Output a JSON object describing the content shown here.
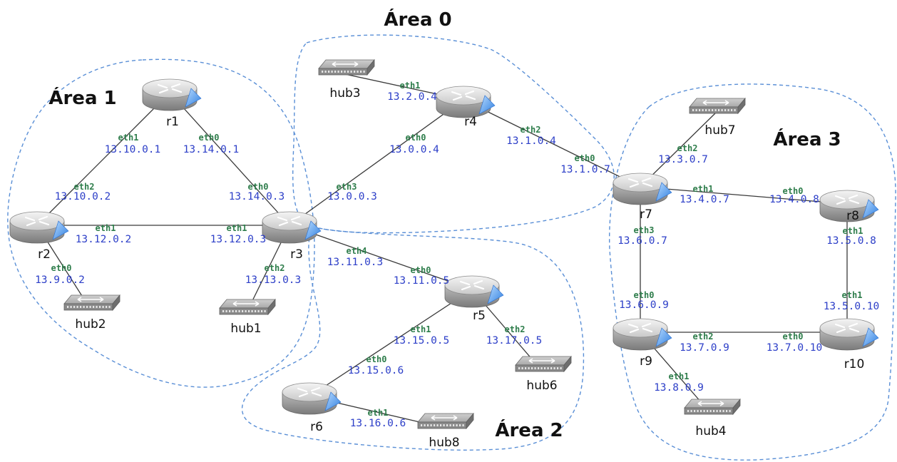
{
  "areas": [
    {
      "id": "area0",
      "label": "Área 0"
    },
    {
      "id": "area1",
      "label": "Área 1"
    },
    {
      "id": "area2",
      "label": "Área 2"
    },
    {
      "id": "area3",
      "label": "Área 3"
    }
  ],
  "routers": [
    {
      "id": "r1",
      "label": "r1"
    },
    {
      "id": "r2",
      "label": "r2"
    },
    {
      "id": "r3",
      "label": "r3"
    },
    {
      "id": "r4",
      "label": "r4"
    },
    {
      "id": "r5",
      "label": "r5"
    },
    {
      "id": "r6",
      "label": "r6"
    },
    {
      "id": "r7",
      "label": "r7"
    },
    {
      "id": "r8",
      "label": "r8"
    },
    {
      "id": "r9",
      "label": "r9"
    },
    {
      "id": "r10",
      "label": "r10"
    }
  ],
  "hubs": [
    {
      "id": "hub1",
      "label": "hub1"
    },
    {
      "id": "hub2",
      "label": "hub2"
    },
    {
      "id": "hub3",
      "label": "hub3"
    },
    {
      "id": "hub4",
      "label": "hub4"
    },
    {
      "id": "hub6",
      "label": "hub6"
    },
    {
      "id": "hub7",
      "label": "hub7"
    },
    {
      "id": "hub8",
      "label": "hub8"
    }
  ],
  "links": [
    {
      "from": "r1",
      "to": "r2"
    },
    {
      "from": "r1",
      "to": "r3"
    },
    {
      "from": "r2",
      "to": "r3"
    },
    {
      "from": "r2",
      "to": "hub2"
    },
    {
      "from": "r3",
      "to": "hub1"
    },
    {
      "from": "r3",
      "to": "r4"
    },
    {
      "from": "r3",
      "to": "r5"
    },
    {
      "from": "r4",
      "to": "hub3"
    },
    {
      "from": "r4",
      "to": "r7"
    },
    {
      "from": "r5",
      "to": "r6"
    },
    {
      "from": "r5",
      "to": "hub6"
    },
    {
      "from": "r6",
      "to": "hub8"
    },
    {
      "from": "r7",
      "to": "hub7"
    },
    {
      "from": "r7",
      "to": "r8"
    },
    {
      "from": "r7",
      "to": "r9"
    },
    {
      "from": "r8",
      "to": "r10"
    },
    {
      "from": "r9",
      "to": "r10"
    },
    {
      "from": "r9",
      "to": "hub4"
    }
  ],
  "interfaces": [
    {
      "id": "r1-eth1",
      "iface": "eth1",
      "ip": "13.10.0.1"
    },
    {
      "id": "r1-eth0",
      "iface": "eth0",
      "ip": "13.14.0.1"
    },
    {
      "id": "r2-eth2",
      "iface": "eth2",
      "ip": "13.10.0.2"
    },
    {
      "id": "r2-eth1",
      "iface": "eth1",
      "ip": "13.12.0.2"
    },
    {
      "id": "r2-eth0",
      "iface": "eth0",
      "ip": "13.9.0.2"
    },
    {
      "id": "r3-eth0",
      "iface": "eth0",
      "ip": "13.14.0.3"
    },
    {
      "id": "r3-eth1",
      "iface": "eth1",
      "ip": "13.12.0.3"
    },
    {
      "id": "r3-eth2",
      "iface": "eth2",
      "ip": "13.13.0.3"
    },
    {
      "id": "r3-eth3",
      "iface": "eth3",
      "ip": "13.0.0.3"
    },
    {
      "id": "r3-eth4",
      "iface": "eth4",
      "ip": "13.11.0.3"
    },
    {
      "id": "r4-eth1",
      "iface": "eth1",
      "ip": "13.2.0.4"
    },
    {
      "id": "r4-eth0",
      "iface": "eth0",
      "ip": "13.0.0.4"
    },
    {
      "id": "r4-eth2",
      "iface": "eth2",
      "ip": "13.1.0.4"
    },
    {
      "id": "r5-eth0",
      "iface": "eth0",
      "ip": "13.11.0.5"
    },
    {
      "id": "r5-eth1",
      "iface": "eth1",
      "ip": "13.15.0.5"
    },
    {
      "id": "r5-eth2",
      "iface": "eth2",
      "ip": "13.17.0.5"
    },
    {
      "id": "r6-eth0",
      "iface": "eth0",
      "ip": "13.15.0.6"
    },
    {
      "id": "r6-eth1",
      "iface": "eth1",
      "ip": "13.16.0.6"
    },
    {
      "id": "r7-eth0",
      "iface": "eth0",
      "ip": "13.1.0.7"
    },
    {
      "id": "r7-eth2",
      "iface": "eth2",
      "ip": "13.3.0.7"
    },
    {
      "id": "r7-eth1",
      "iface": "eth1",
      "ip": "13.4.0.7"
    },
    {
      "id": "r7-eth3",
      "iface": "eth3",
      "ip": "13.6.0.7"
    },
    {
      "id": "r8-eth0",
      "iface": "eth0",
      "ip": "13.4.0.8"
    },
    {
      "id": "r8-eth1",
      "iface": "eth1",
      "ip": "13.5.0.8"
    },
    {
      "id": "r9-eth0",
      "iface": "eth0",
      "ip": "13.6.0.9"
    },
    {
      "id": "r9-eth2",
      "iface": "eth2",
      "ip": "13.7.0.9"
    },
    {
      "id": "r9-eth1",
      "iface": "eth1",
      "ip": "13.8.0.9"
    },
    {
      "id": "r10-eth1",
      "iface": "eth1",
      "ip": "13.5.0.10"
    },
    {
      "id": "r10-eth0",
      "iface": "eth0",
      "ip": "13.7.0.10"
    }
  ],
  "colors": {
    "interface_name": "#2e7d4b",
    "ip_address": "#2d3fc8",
    "area_border": "#5a8fd6"
  }
}
